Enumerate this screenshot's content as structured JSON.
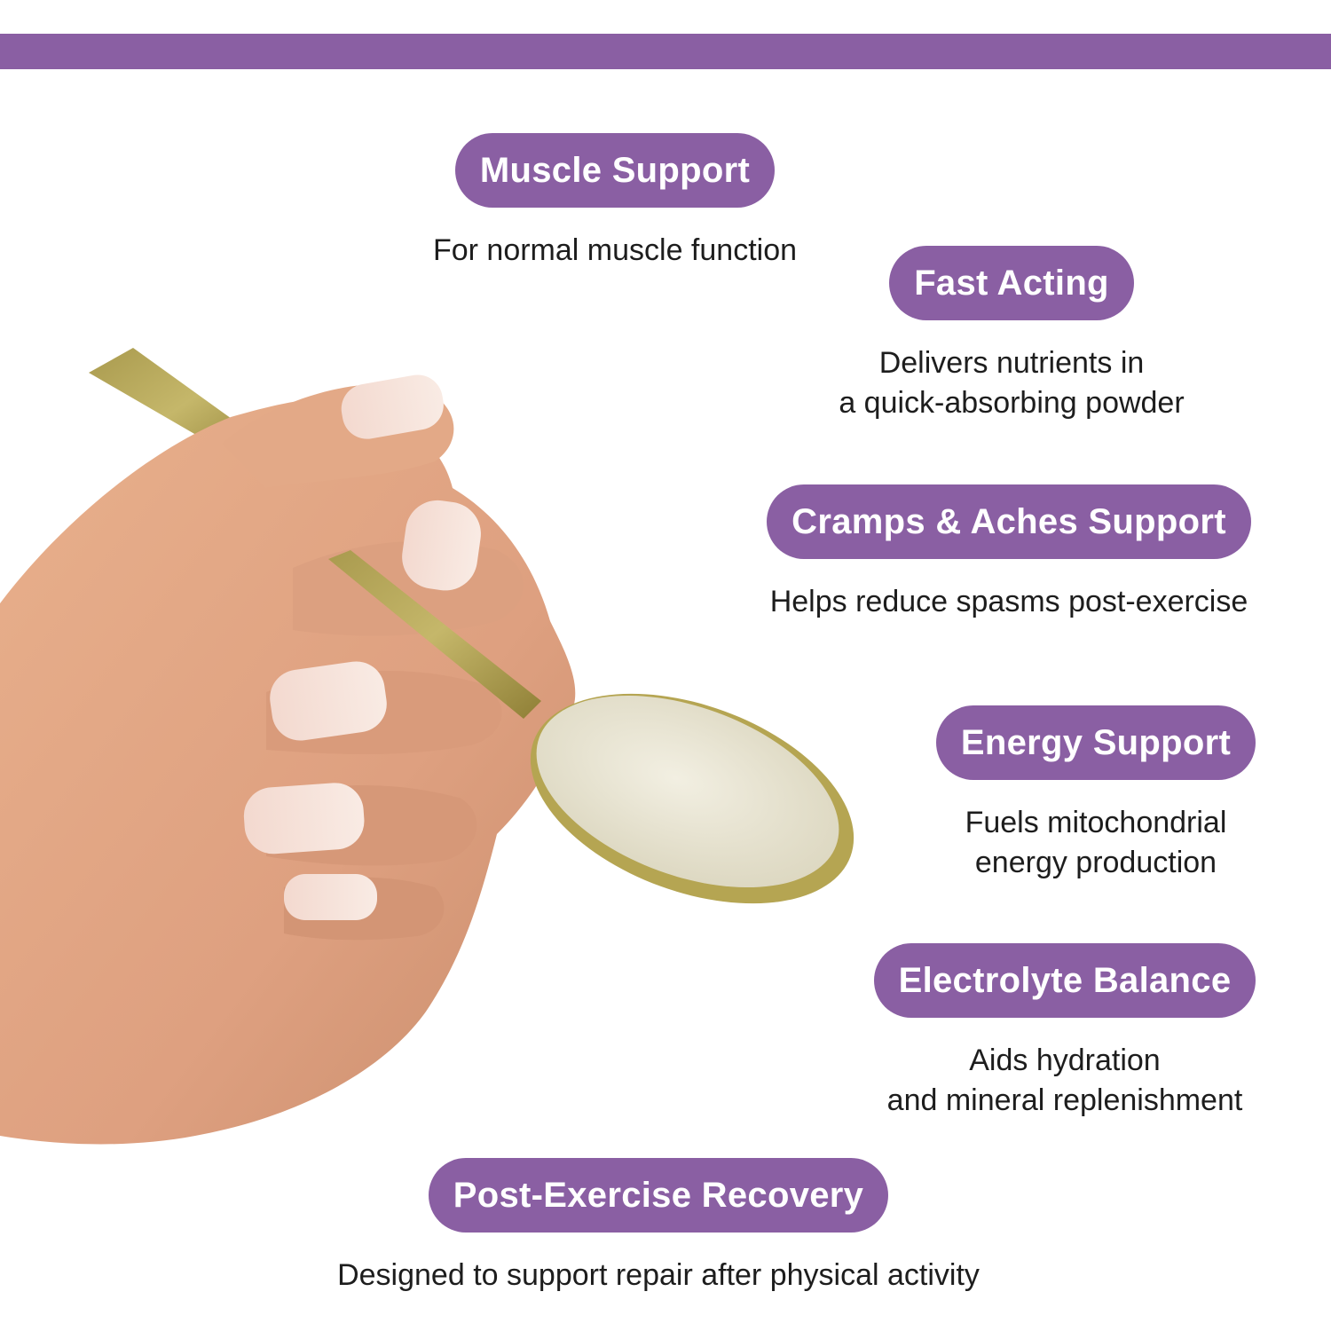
{
  "brand": {
    "accent_color": "#8a5fa3",
    "text_color": "#1d1d1d"
  },
  "image": {
    "subject": "hand-holding-gold-spoon-with-powder"
  },
  "benefits": [
    {
      "title": "Muscle Support",
      "lines": [
        "For normal muscle function"
      ]
    },
    {
      "title": "Fast Acting",
      "lines": [
        "Delivers nutrients in",
        "a quick-absorbing powder"
      ]
    },
    {
      "title": "Cramps & Aches Support",
      "lines": [
        "Helps reduce spasms post-exercise"
      ]
    },
    {
      "title": "Energy Support",
      "lines": [
        "Fuels mitochondrial",
        "energy production"
      ]
    },
    {
      "title": "Electrolyte Balance",
      "lines": [
        "Aids hydration",
        "and mineral replenishment"
      ]
    },
    {
      "title": "Post-Exercise Recovery",
      "lines": [
        "Designed to support repair after physical activity"
      ]
    }
  ]
}
